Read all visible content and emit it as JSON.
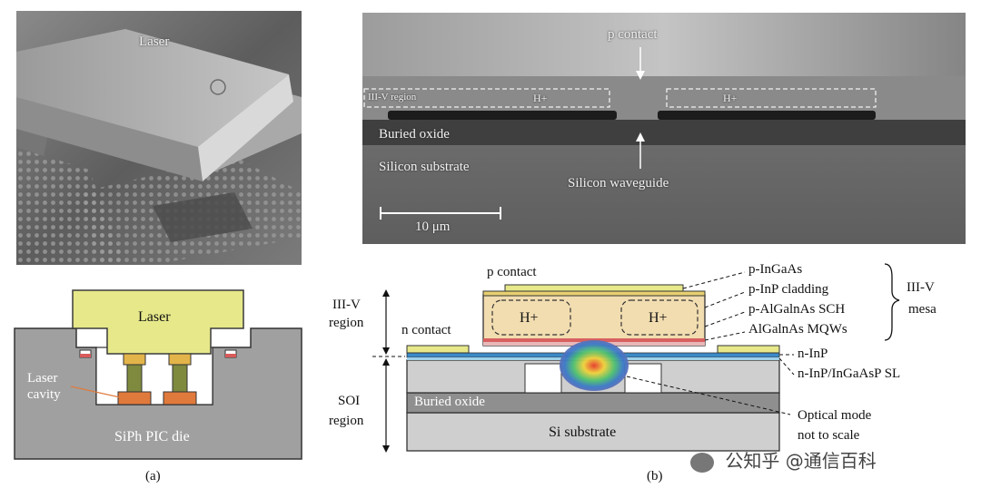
{
  "panel_a": {
    "sem_label": "Laser",
    "schematic": {
      "laser": "Laser",
      "cavity_line1": "Laser",
      "cavity_line2": "cavity",
      "die": "SiPh PIC die"
    },
    "caption": "(a)"
  },
  "panel_b": {
    "sem": {
      "p_contact": "p contact",
      "iiiv_region": "III-V region",
      "h_plus_left": "H+",
      "h_plus_right": "H+",
      "buried_oxide": "Buried oxide",
      "silicon_substrate": "Silicon substrate",
      "silicon_waveguide": "Silicon waveguide",
      "scale_bar": "10 μm"
    },
    "schematic": {
      "p_contact": "p contact",
      "n_contact": "n contact",
      "iiiv_region_line1": "III-V",
      "iiiv_region_line2": "region",
      "soi_region_line1": "SOI",
      "soi_region_line2": "region",
      "h_plus_left": "H+",
      "h_plus_right": "H+",
      "buried_oxide": "Buried oxide",
      "si_substrate": "Si substrate",
      "layers": [
        "p-InGaAs",
        "p-InP cladding",
        "p-AlGalnAs SCH",
        "AlGalnAs MQWs",
        "n-InP",
        "n-InP/InGaAsP SL"
      ],
      "mesa_line1": "III-V",
      "mesa_line2": "mesa",
      "optical_mode_line1": "Optical mode",
      "optical_mode_line2": "not to scale"
    },
    "caption": "(b)"
  },
  "watermark": {
    "text": "公知乎 @通信百科"
  },
  "colors": {
    "laser_yellow": "#e6e88a",
    "laser_outline": "#3a3a3a",
    "pad_gold": "#e3b44a",
    "pillar_green": "#7f8a3e",
    "solder_orange": "#e07a3c",
    "die_grey": "#a0a0a0",
    "soi_grey": "#cfcfcf",
    "box_grey": "#8f8f8f"
  }
}
